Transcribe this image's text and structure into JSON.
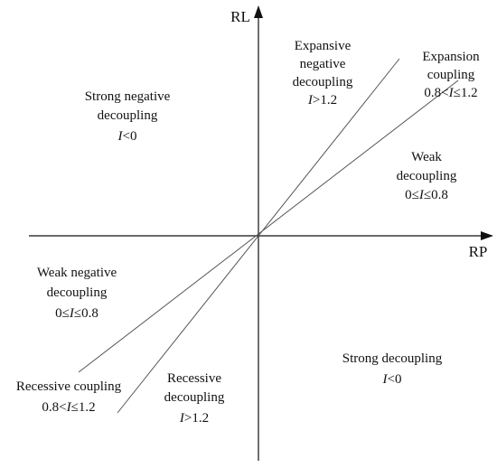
{
  "axes": {
    "y_label": "RL",
    "x_label": "RP"
  },
  "regions": [
    {
      "id": "expansive-negative-decoupling",
      "lines": [
        "Expansive",
        "negative",
        "decoupling"
      ],
      "condition": {
        "pre": "",
        "var": "I",
        "post": ">1.2"
      }
    },
    {
      "id": "expansion-coupling",
      "lines": [
        "Expansion",
        "coupling"
      ],
      "condition": {
        "pre": "0.8<",
        "var": "I",
        "post": "≤1.2"
      }
    },
    {
      "id": "strong-negative-decoupling",
      "lines": [
        "Strong negative",
        "decoupling"
      ],
      "condition": {
        "pre": "",
        "var": "I",
        "post": "<0"
      }
    },
    {
      "id": "weak-decoupling",
      "lines": [
        "Weak",
        "decoupling"
      ],
      "condition": {
        "pre": "0≤",
        "var": "I",
        "post": "≤0.8"
      }
    },
    {
      "id": "weak-negative-decoupling",
      "lines": [
        "Weak negative",
        "decoupling"
      ],
      "condition": {
        "pre": "0≤",
        "var": "I",
        "post": "≤0.8"
      }
    },
    {
      "id": "strong-decoupling",
      "lines": [
        "Strong decoupling"
      ],
      "condition": {
        "pre": "",
        "var": "I",
        "post": "<0"
      }
    },
    {
      "id": "recessive-coupling",
      "lines": [
        "Recessive coupling"
      ],
      "condition": {
        "pre": "0.8<",
        "var": "I",
        "post": "≤1.2"
      }
    },
    {
      "id": "recessive-decoupling",
      "lines": [
        "Recessive",
        "decoupling"
      ],
      "condition": {
        "pre": "",
        "var": "I",
        "post": ">1.2"
      }
    }
  ],
  "colors": {
    "ink": "#111111",
    "line": "#555555"
  }
}
